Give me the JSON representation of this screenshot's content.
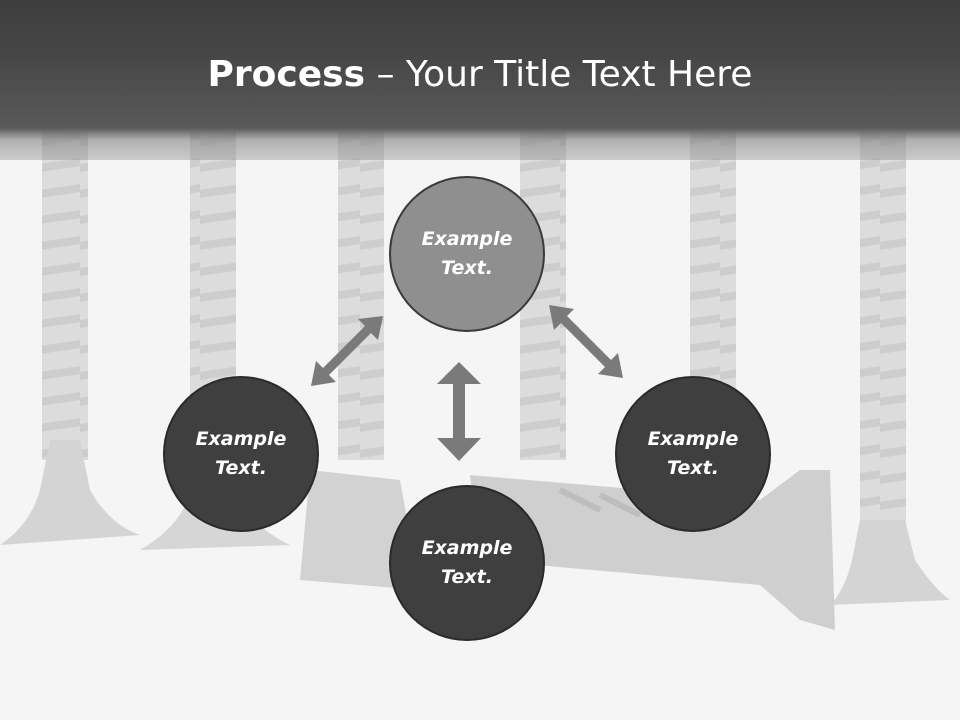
{
  "title": {
    "bold": "Process",
    "rest": " – Your Title Text Here"
  },
  "nodes": {
    "top": "Example Text.",
    "left": "Example Text.",
    "right": "Example Text.",
    "bottom": "Example Text."
  },
  "colors": {
    "header": "#474747",
    "node_dark": "#3f3f3f",
    "node_light": "#8f8f8f",
    "arrow": "#7a7a7a"
  }
}
